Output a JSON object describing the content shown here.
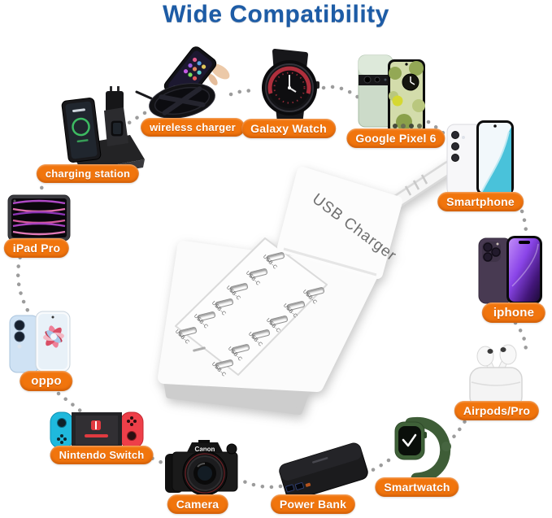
{
  "title": {
    "text": "Wide Compatibility",
    "color": "#1d5ca6"
  },
  "charger": {
    "label": "USB Charger",
    "port_label": "USB-C",
    "port_count": 12
  },
  "badges": {
    "color": "#f1750d",
    "text_color": "#ffffff"
  },
  "connector_dots_color": "#9c9c9c",
  "camera_brand": "Canon",
  "devices": [
    {
      "id": "charging-station",
      "label": "charging station"
    },
    {
      "id": "wireless-charger",
      "label": "wireless charger"
    },
    {
      "id": "galaxy-watch",
      "label": "Galaxy Watch"
    },
    {
      "id": "google-pixel-6",
      "label": "Google Pixel 6"
    },
    {
      "id": "smartphone",
      "label": "Smartphone"
    },
    {
      "id": "iphone",
      "label": "iphone"
    },
    {
      "id": "airpods",
      "label": "Airpods/Pro"
    },
    {
      "id": "smartwatch",
      "label": "Smartwatch"
    },
    {
      "id": "power-bank",
      "label": "Power Bank"
    },
    {
      "id": "camera",
      "label": "Camera"
    },
    {
      "id": "nintendo-switch",
      "label": "Nintendo Switch"
    },
    {
      "id": "oppo",
      "label": "oppo"
    },
    {
      "id": "ipad-pro",
      "label": "iPad Pro"
    }
  ]
}
